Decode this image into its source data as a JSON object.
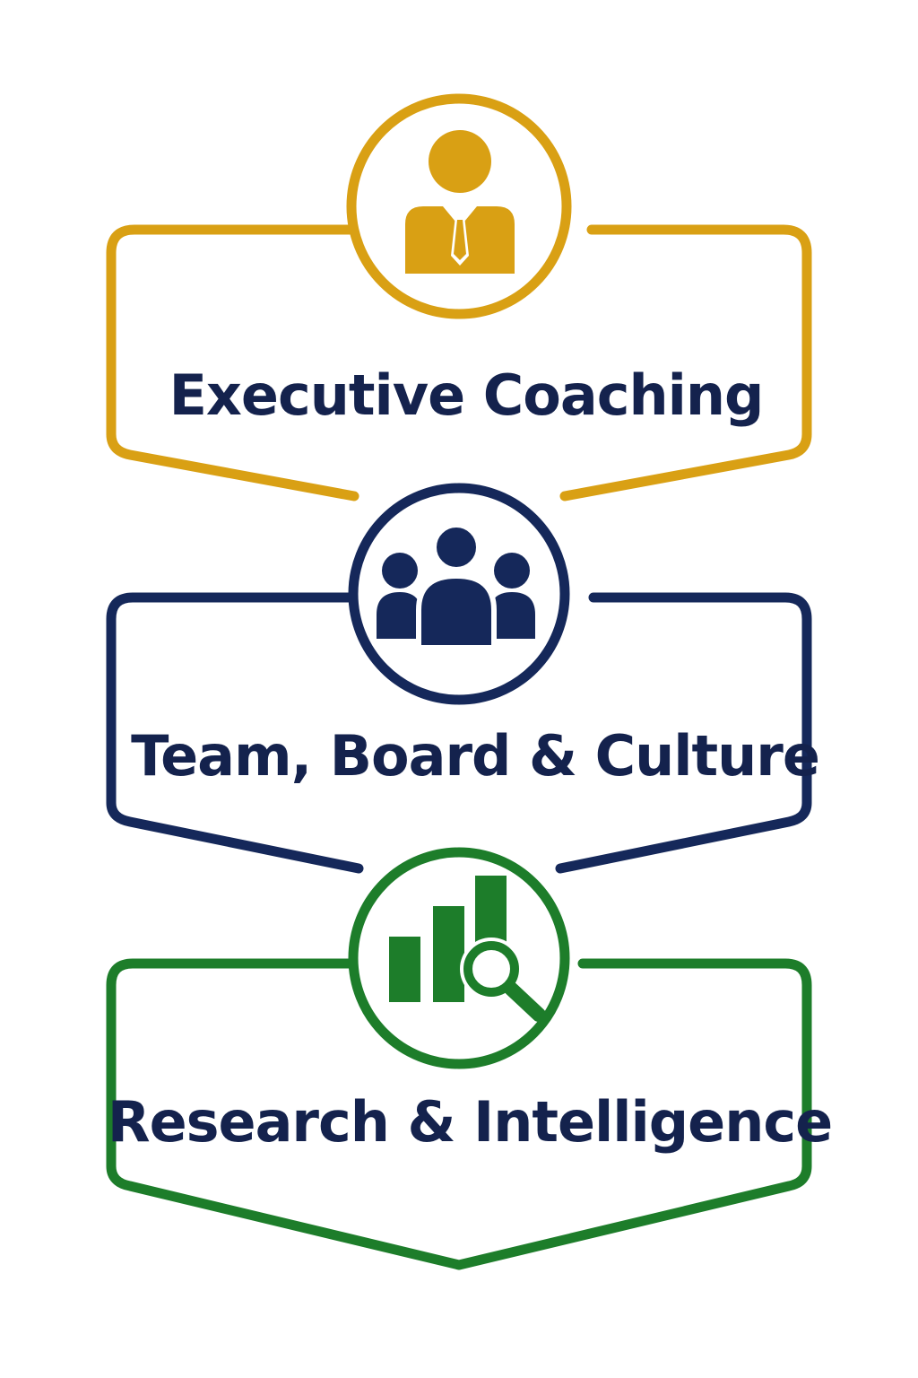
{
  "colors": {
    "background": "#ffffff",
    "gold": "#d9a014",
    "navy": "#15285a",
    "green": "#1d7d2a",
    "text": "#14224d"
  },
  "stages": [
    {
      "label": "Executive Coaching",
      "icon": "executive-person-icon",
      "color": "gold"
    },
    {
      "label": "Team, Board & Culture",
      "icon": "team-group-icon",
      "color": "navy"
    },
    {
      "label": "Research & Intelligence",
      "icon": "research-chart-magnifier-icon",
      "color": "green"
    }
  ]
}
